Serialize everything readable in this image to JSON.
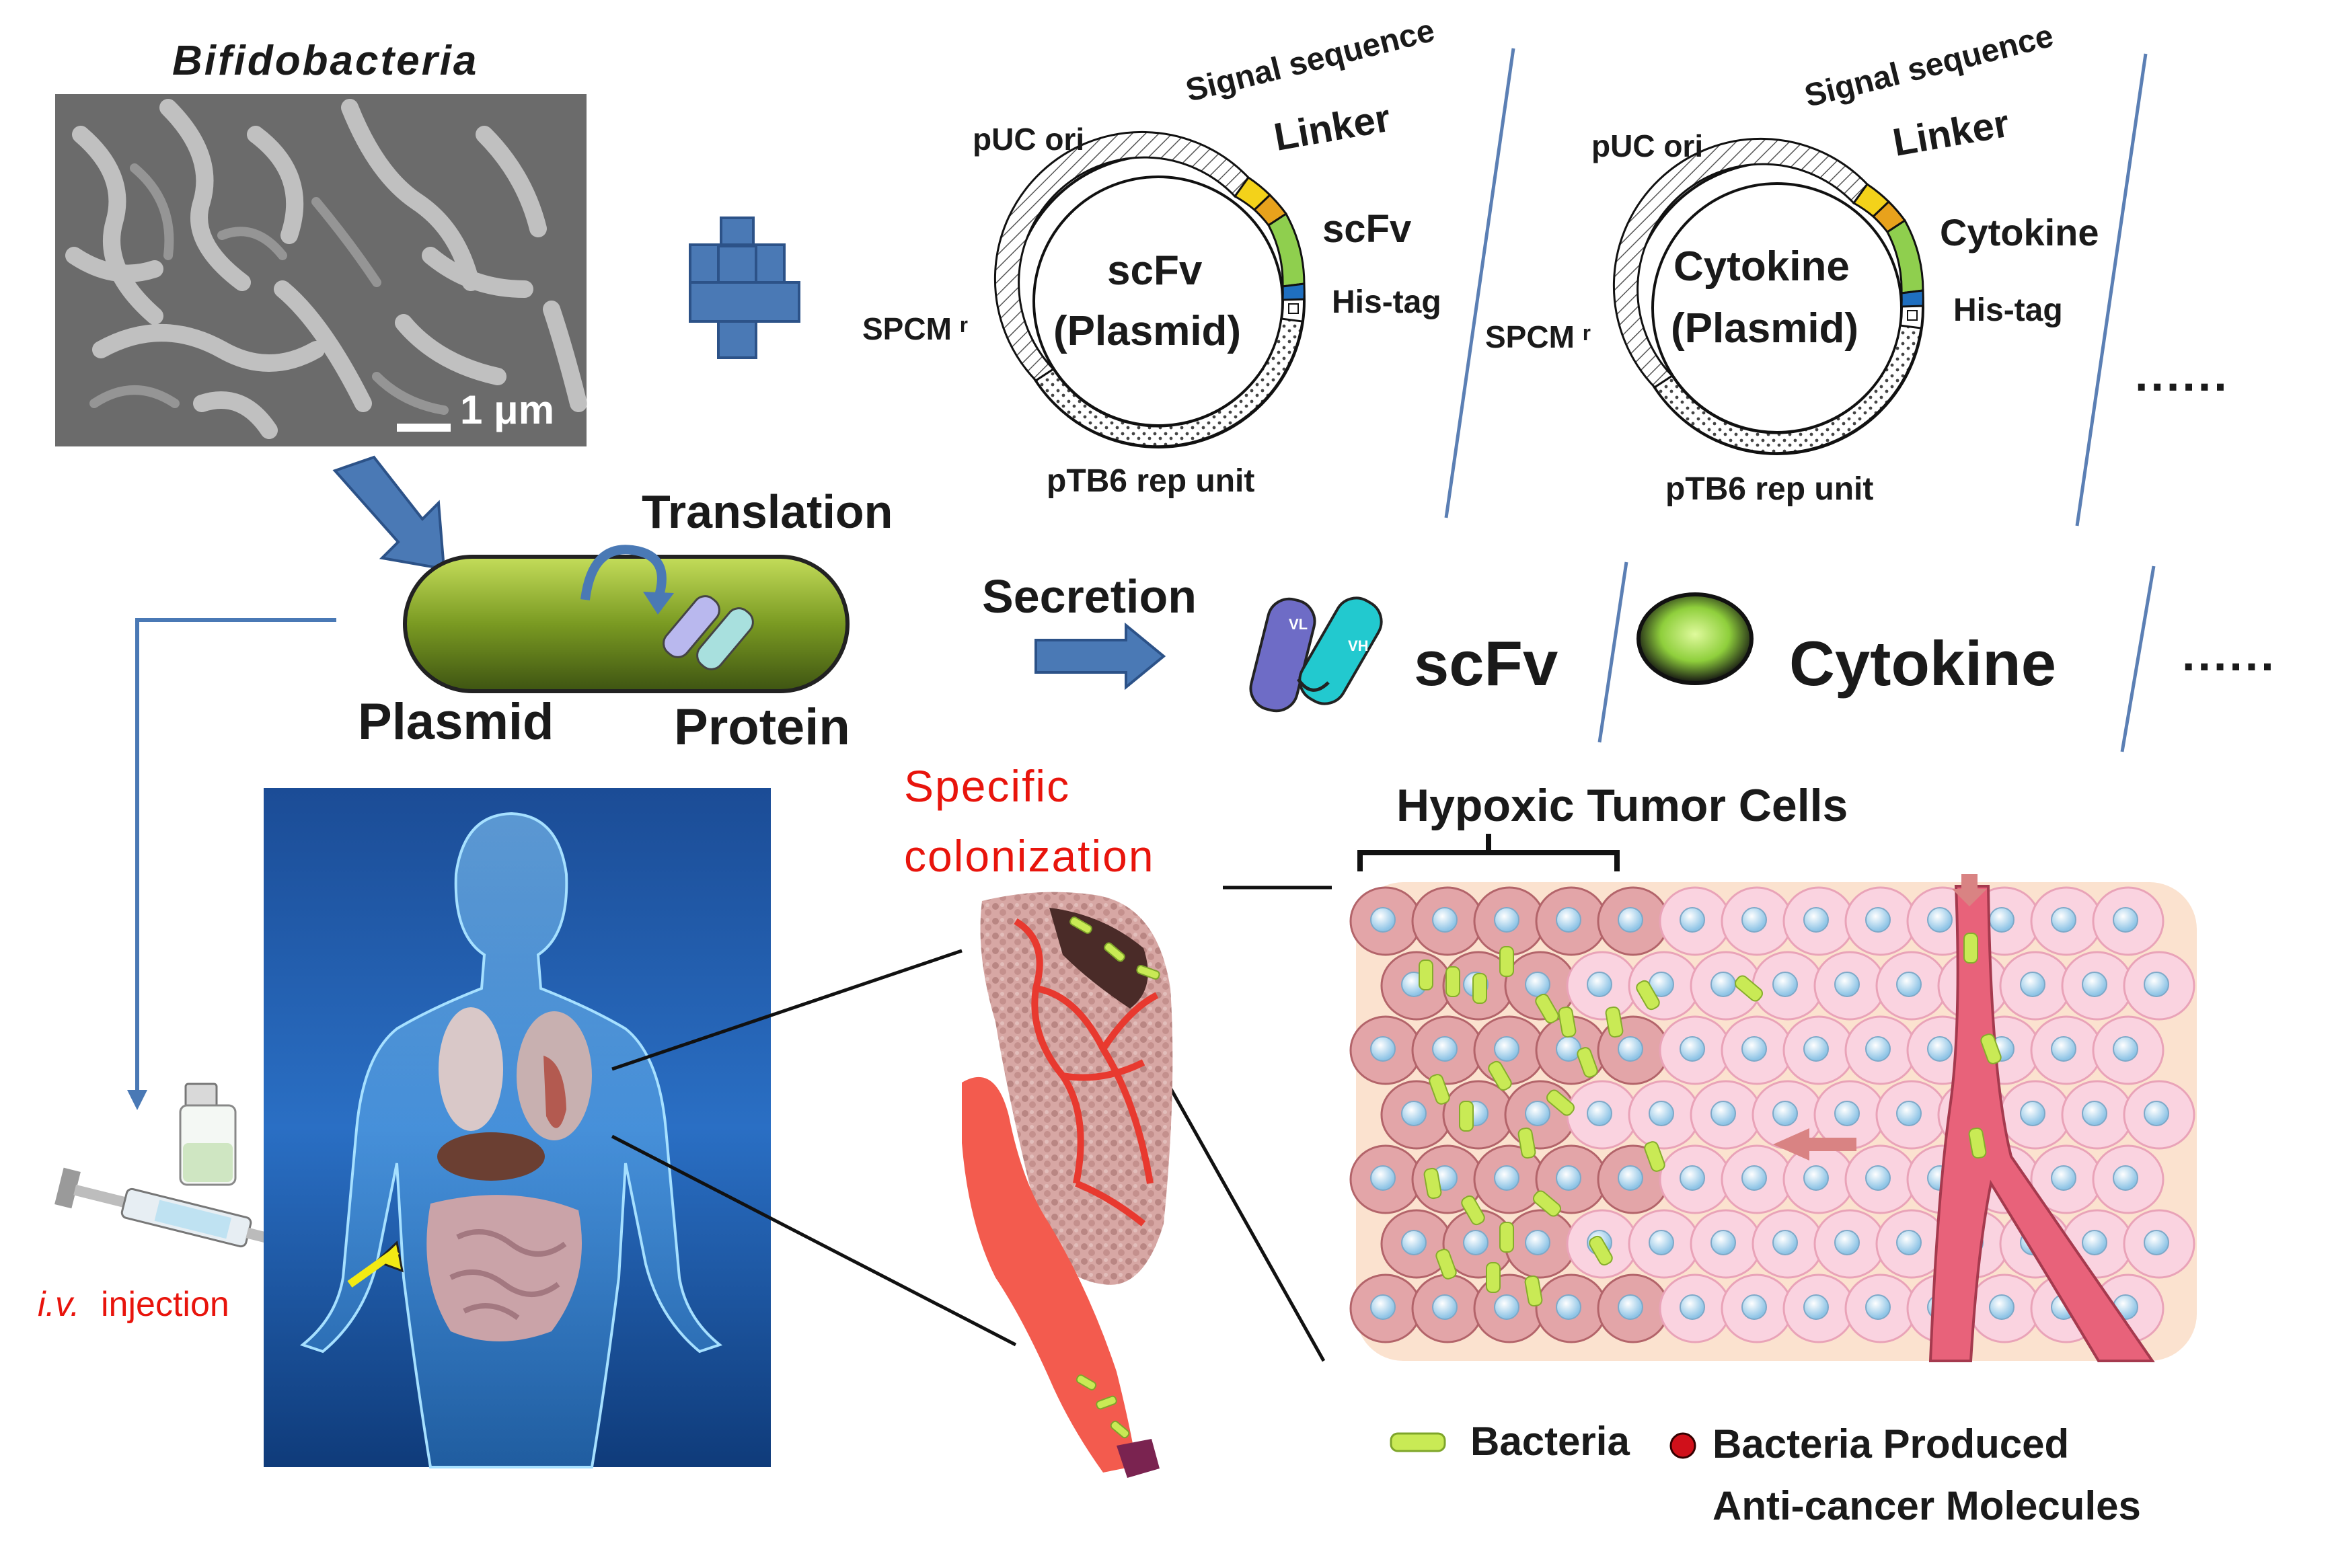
{
  "labels": {
    "bifidobacteria": "Bifidobacteria",
    "scale_bar": "1 μm",
    "translation": "Translation",
    "plasmid": "Plasmid",
    "protein": "Protein",
    "secretion": "Secretion",
    "scfv_product": "scFv",
    "cytokine_product": "Cytokine",
    "ellipsis_top": "......",
    "ellipsis_mid": "......",
    "vl": "VL",
    "vh": "VH",
    "specific_colonization_1": "Specific",
    "specific_colonization_2": "colonization",
    "iv": "i.v.",
    "injection": "injection",
    "hypoxic_tumor_cells": "Hypoxic Tumor Cells"
  },
  "plasmids": [
    {
      "center_1": "scFv",
      "center_2": "(Plasmid)",
      "puc_ori": "pUC ori",
      "signal_sequence": "Signal sequence",
      "linker": "Linker",
      "insert": "scFv",
      "his_tag": "His-tag",
      "spcm": "SPCM ʳ",
      "ptb6": "pTB6 rep unit"
    },
    {
      "center_1": "Cytokine",
      "center_2": "(Plasmid)",
      "puc_ori": "pUC ori",
      "signal_sequence": "Signal sequence",
      "linker": "Linker",
      "insert": "Cytokine",
      "his_tag": "His-tag",
      "spcm": "SPCM ʳ",
      "ptb6": "pTB6 rep unit"
    }
  ],
  "legend": {
    "bacteria": "Bacteria",
    "molecules_1": "Bacteria Produced",
    "molecules_2": "Anti-cancer Molecules"
  },
  "colors": {
    "arrow_blue": "#4a79b5",
    "insert_green": "#8fcf4e",
    "signal_yellow": "#f3d21a",
    "his_blue": "#1f6fc0",
    "bacteria_green": "#c9ea55",
    "molecule_red": "#d0101a",
    "text_red": "#e8140c",
    "body_bg": "#1e57a8"
  }
}
